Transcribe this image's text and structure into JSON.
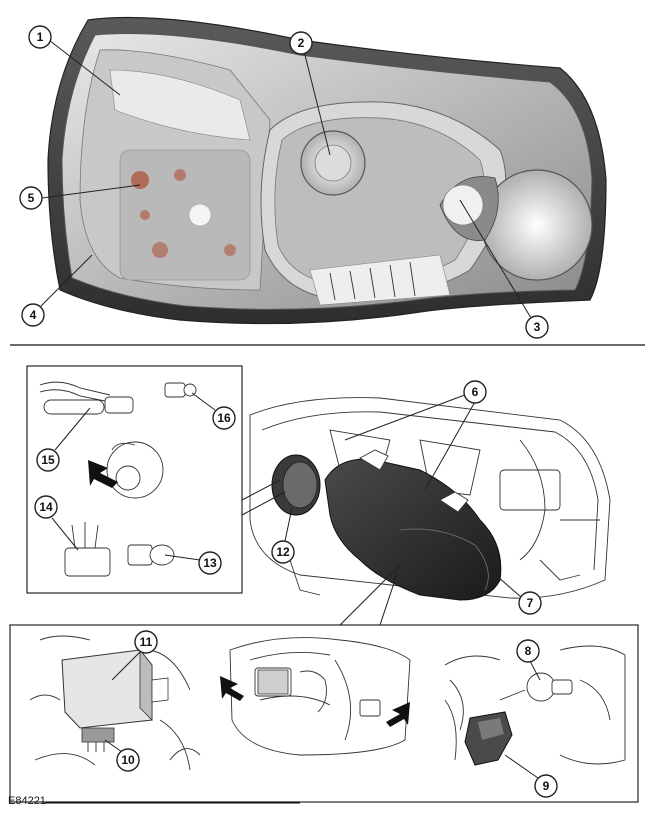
{
  "figure_ref": "E84221",
  "callouts": {
    "c1": "1",
    "c2": "2",
    "c3": "3",
    "c4": "4",
    "c5": "5",
    "c6": "6",
    "c7": "7",
    "c8": "8",
    "c9": "9",
    "c10": "10",
    "c11": "11",
    "c12": "12",
    "c13": "13",
    "c14": "14",
    "c15": "15",
    "c16": "16"
  },
  "colors": {
    "housing_dark": "#3a3a3a",
    "lens_grey": "#9a9a9a",
    "chrome": "#d8d8d8",
    "amber": "#b0503a",
    "cover_black": "#2a2a2a",
    "line": "#333333"
  }
}
